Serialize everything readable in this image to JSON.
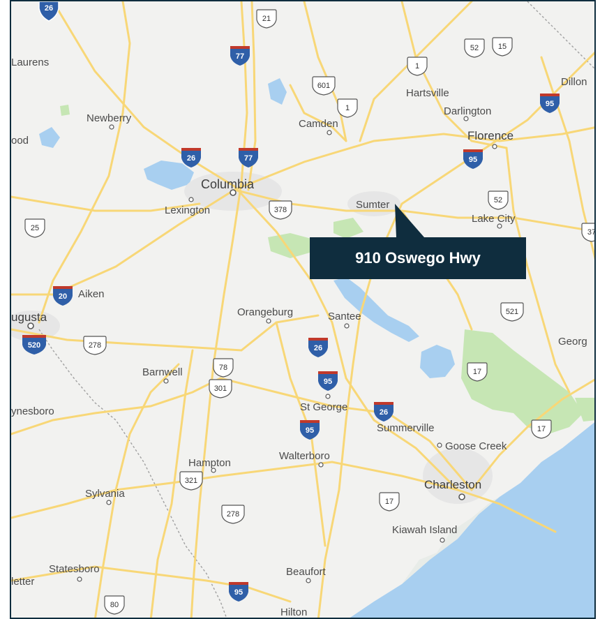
{
  "callout": {
    "address": "910 Oswego Hwy"
  },
  "colors": {
    "frame": "#0f2d3e",
    "land": "#f2f2f0",
    "water": "#a8cff0",
    "park": "#c6e6b4",
    "road": "#f8d777",
    "interstate_blue": "#2f5fa8",
    "interstate_red": "#c0392b"
  },
  "cities": [
    {
      "name": "Laurens",
      "size": "small"
    },
    {
      "name": "Newberry",
      "size": "small"
    },
    {
      "name": "ood",
      "size": "small"
    },
    {
      "name": "Camden",
      "size": "small"
    },
    {
      "name": "Hartsville",
      "size": "small"
    },
    {
      "name": "Darlington",
      "size": "small"
    },
    {
      "name": "Dillon",
      "size": "small"
    },
    {
      "name": "Florence",
      "size": "medium"
    },
    {
      "name": "Columbia",
      "size": "major"
    },
    {
      "name": "Lexington",
      "size": "small"
    },
    {
      "name": "Sumter",
      "size": "small"
    },
    {
      "name": "Lake City",
      "size": "small"
    },
    {
      "name": "Aiken",
      "size": "small"
    },
    {
      "name": "ugusta",
      "size": "medium"
    },
    {
      "name": "Orangeburg",
      "size": "small"
    },
    {
      "name": "Santee",
      "size": "small"
    },
    {
      "name": "Georg",
      "size": "small"
    },
    {
      "name": "Barnwell",
      "size": "small"
    },
    {
      "name": "ynesboro",
      "size": "small"
    },
    {
      "name": "St George",
      "size": "small"
    },
    {
      "name": "Summerville",
      "size": "small"
    },
    {
      "name": "Goose Creek",
      "size": "small"
    },
    {
      "name": "Walterboro",
      "size": "small"
    },
    {
      "name": "Hampton",
      "size": "small"
    },
    {
      "name": "Charleston",
      "size": "medium"
    },
    {
      "name": "Sylvania",
      "size": "small"
    },
    {
      "name": "Kiawah Island",
      "size": "small"
    },
    {
      "name": "Statesboro",
      "size": "small"
    },
    {
      "name": "letter",
      "size": "small"
    },
    {
      "name": "Beaufort",
      "size": "small"
    },
    {
      "name": "Hilton",
      "size": "small"
    }
  ],
  "us_routes": [
    "21",
    "52",
    "15",
    "1",
    "601",
    "1",
    "52",
    "378",
    "25",
    "521",
    "278",
    "78",
    "301",
    "17",
    "17",
    "321",
    "17",
    "278",
    "80",
    "37"
  ],
  "interstates": [
    "26",
    "77",
    "26",
    "77",
    "95",
    "95",
    "20",
    "520",
    "26",
    "95",
    "26",
    "95",
    "95"
  ]
}
